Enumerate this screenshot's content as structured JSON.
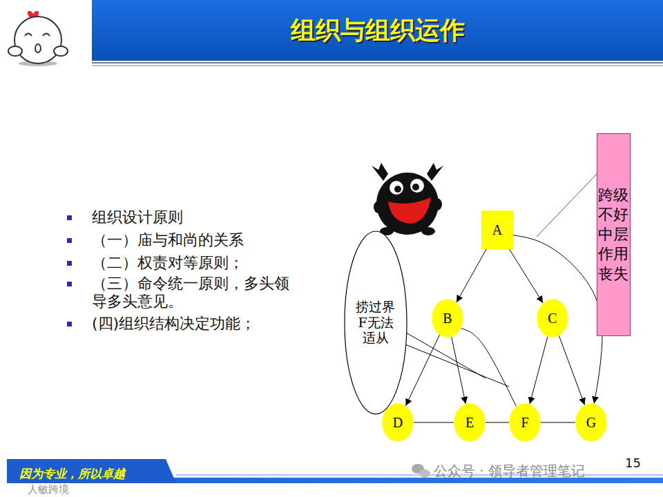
{
  "diagram": {
    "title": "组织与组织运作",
    "nodes": [
      {
        "text": [
          "A"
        ]
      },
      {
        "text": [
          "跨级不好中层作用丧失"
        ]
      },
      {
        "text": [
          "捞过界F无法适从"
        ]
      },
      {
        "text": [
          "B"
        ]
      },
      {
        "text": [
          "C"
        ]
      },
      {
        "text": [
          "D"
        ]
      },
      {
        "text": [
          "E"
        ]
      },
      {
        "text": [
          "F"
        ]
      },
      {
        "text": [
          "G"
        ]
      }
    ],
    "edges": [
      {
        "from": 0,
        "to": 3,
        "arrow": "to"
      },
      {
        "from": 0,
        "to": 4,
        "arrow": "to"
      },
      {
        "from": 3,
        "to": 5,
        "arrow": "to"
      },
      {
        "from": 3,
        "to": 6,
        "arrow": "to"
      },
      {
        "from": 4,
        "to": 7,
        "arrow": "to"
      },
      {
        "from": 4,
        "to": 8,
        "arrow": "to"
      },
      {
        "from": 0,
        "to": 8,
        "arrow": "to"
      },
      {
        "from": 3,
        "to": 7,
        "arrow": "none"
      },
      {
        "from": 5,
        "to": 6,
        "arrow": "none"
      },
      {
        "from": 6,
        "to": 7,
        "arrow": "none"
      },
      {
        "from": 7,
        "to": 8,
        "arrow": "none"
      }
    ],
    "labels": [
      "组织设计原则",
      "（一）庙与和尚的关系",
      "（二）权责对等原则；",
      "（三）命令统一原则，多头领导多头意见。",
      "(四)组织结构决定功能；",
      "因为专业，所以卓越",
      "15",
      "公众号 · 领导者管理笔记",
      "人敏跨境"
    ]
  }
}
